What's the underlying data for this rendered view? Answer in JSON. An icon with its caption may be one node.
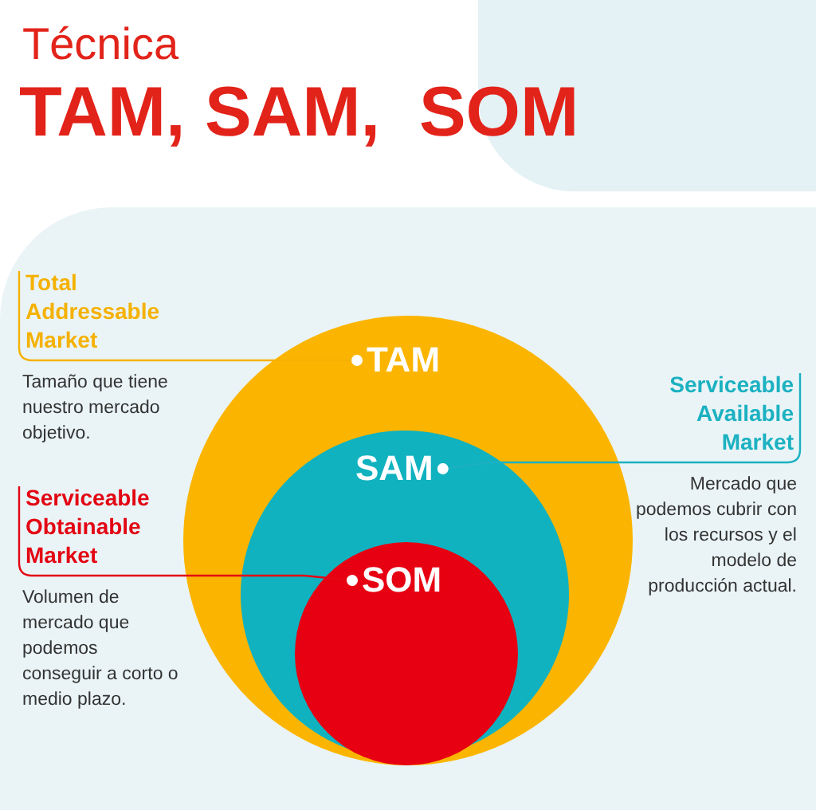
{
  "diagram": {
    "title": "TAM, SAM,  SOM",
    "nodes": [
      {
        "text": [
          "Total Addressable Market",
          "Tamaño que tiene nuestro mercado objetivo."
        ]
      },
      {
        "text": [
          "TAM"
        ]
      },
      {
        "text": [
          "SAM"
        ],
        "in": 1
      },
      {
        "text": [
          "SOM"
        ],
        "in": 2
      },
      {
        "text": [
          "Serviceable Available Market",
          "Mercado que podemos cubrir con los recursos y el modelo de producción actual."
        ]
      },
      {
        "text": [
          "Serviceable Obtainable Market",
          "Volumen de mercado que podemos conseguir a corto o medio plazo."
        ]
      }
    ],
    "edges": [
      {
        "from": 0,
        "to": 1,
        "arrow": "other",
        "color": "#f5b100"
      },
      {
        "from": 4,
        "to": 2,
        "arrow": "other",
        "color": "#1bb1c1"
      },
      {
        "from": 5,
        "to": 3,
        "arrow": "other",
        "color": "#e30613"
      }
    ],
    "labels": [
      "Técnica"
    ]
  }
}
